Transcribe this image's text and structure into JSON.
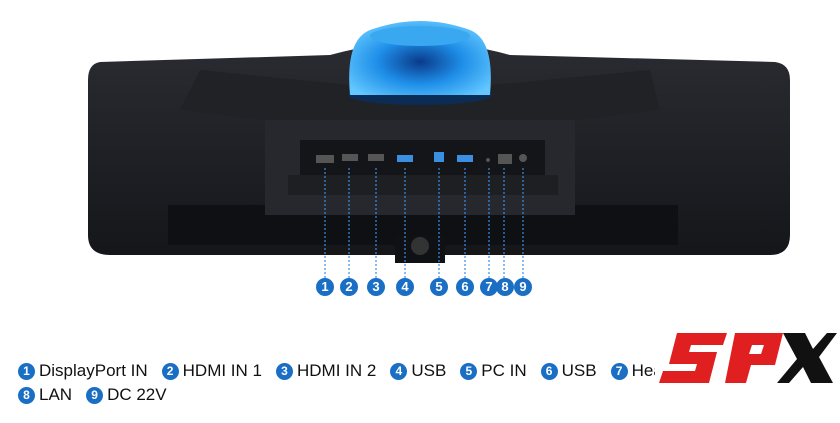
{
  "callouts": [
    "1",
    "2",
    "3",
    "4",
    "5",
    "6",
    "7",
    "8",
    "9"
  ],
  "legend": [
    {
      "num": "1",
      "label": "DisplayPort IN"
    },
    {
      "num": "2",
      "label": "HDMI IN 1"
    },
    {
      "num": "3",
      "label": "HDMI IN 2"
    },
    {
      "num": "4",
      "label": "USB"
    },
    {
      "num": "5",
      "label": "PC IN"
    },
    {
      "num": "6",
      "label": "USB"
    },
    {
      "num": "7",
      "label": "Hea"
    },
    {
      "num": "8",
      "label": "LAN"
    },
    {
      "num": "9",
      "label": "DC 22V"
    }
  ],
  "logo": {
    "text": "SPX"
  },
  "colors": {
    "accent": "#1a6fc4",
    "logo_red": "#e02020",
    "body": "#1c1e22"
  }
}
